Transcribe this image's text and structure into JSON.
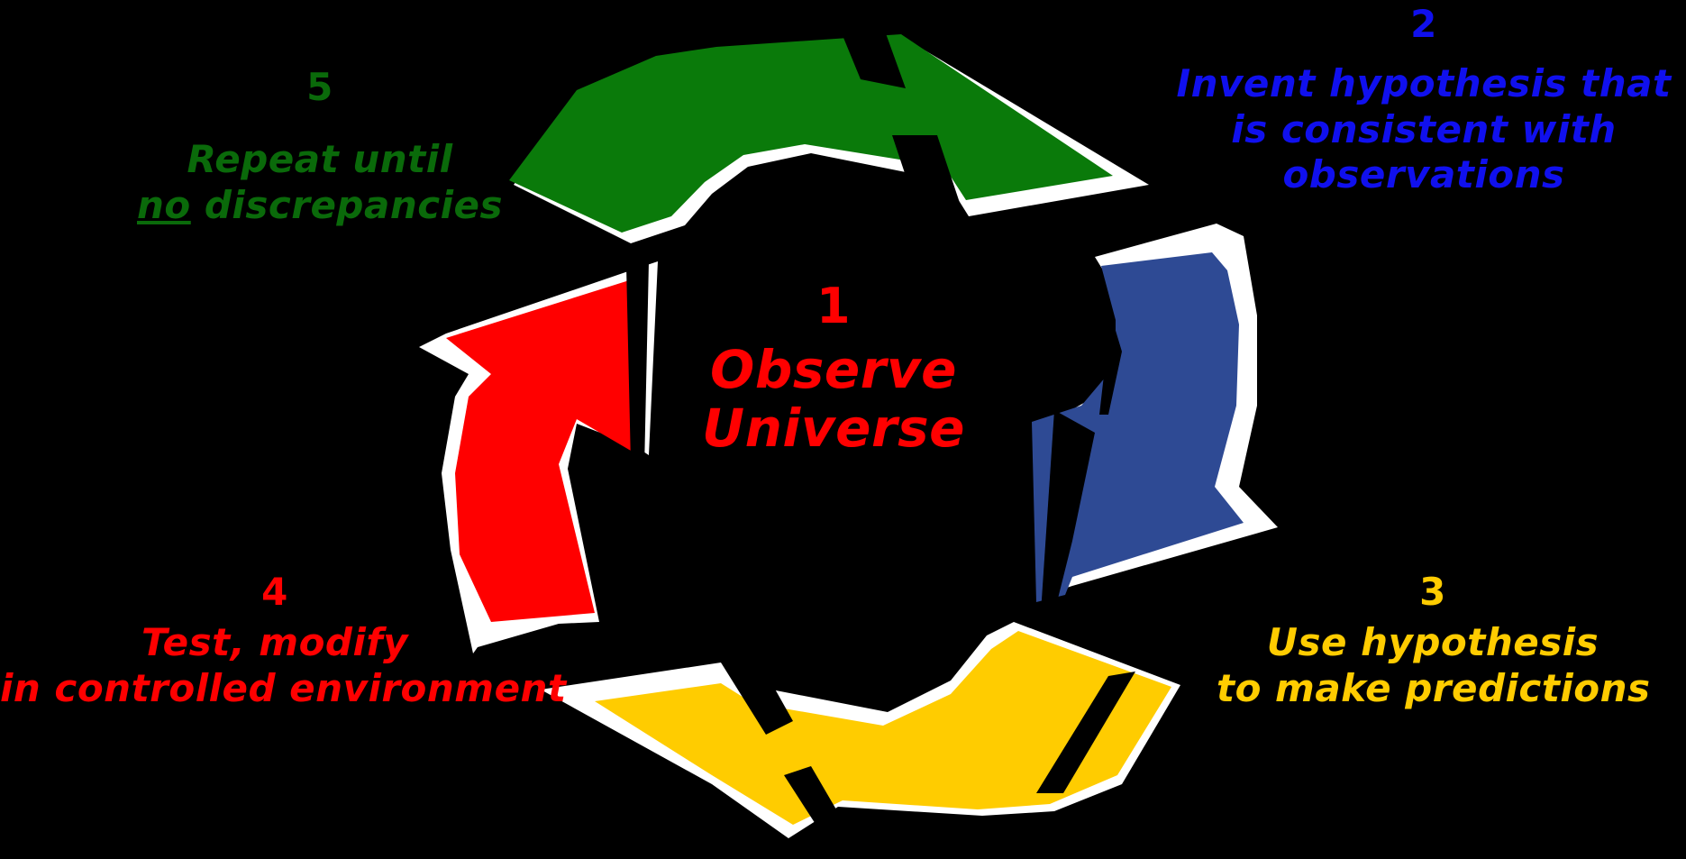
{
  "colors": {
    "background": "#000000",
    "green": "#0a7a0a",
    "blue": "#2e4a94",
    "yellow": "#ffcc00",
    "red": "#ff0000",
    "outline": "#ffffff",
    "text_step1": "#ff0000",
    "text_step2": "#1010ee",
    "text_step3": "#ffcc00",
    "text_step4": "#ff0000",
    "text_step5": "#0a6a0a"
  },
  "steps": [
    {
      "number": "1",
      "line1": "Observe",
      "line2": "Universe"
    },
    {
      "number": "2",
      "line1": "Invent hypothesis that",
      "line2": "is consistent with",
      "line3": "observations"
    },
    {
      "number": "3",
      "line1": "Use hypothesis",
      "line2": "to make predictions"
    },
    {
      "number": "4",
      "line1": "Test, modify",
      "line2": "in controlled environment"
    },
    {
      "number": "5",
      "line1": "Repeat until",
      "line2_underlined": "no",
      "line2_rest": " discrepancies"
    }
  ],
  "arrows": [
    {
      "name": "green-arrow",
      "color_key": "green"
    },
    {
      "name": "blue-arrow",
      "color_key": "blue"
    },
    {
      "name": "yellow-arrow",
      "color_key": "yellow"
    },
    {
      "name": "red-arrow",
      "color_key": "red"
    }
  ]
}
